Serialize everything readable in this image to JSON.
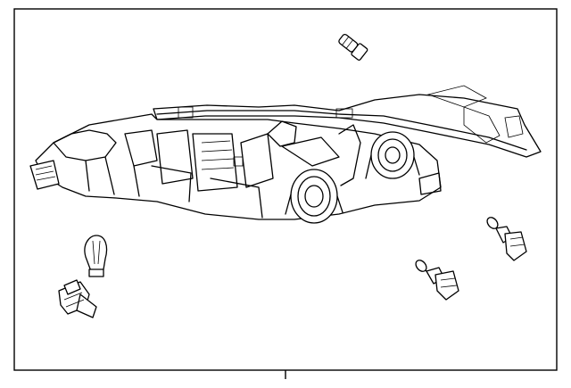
{
  "diagram": {
    "parts": [
      {
        "name": "headlamp-housing-assembly"
      },
      {
        "name": "bulb-socket-top"
      },
      {
        "name": "wedge-bulb-left"
      },
      {
        "name": "bulb-socket-left"
      },
      {
        "name": "bulb-socket-right-upper"
      },
      {
        "name": "bulb-socket-right-lower"
      }
    ]
  }
}
